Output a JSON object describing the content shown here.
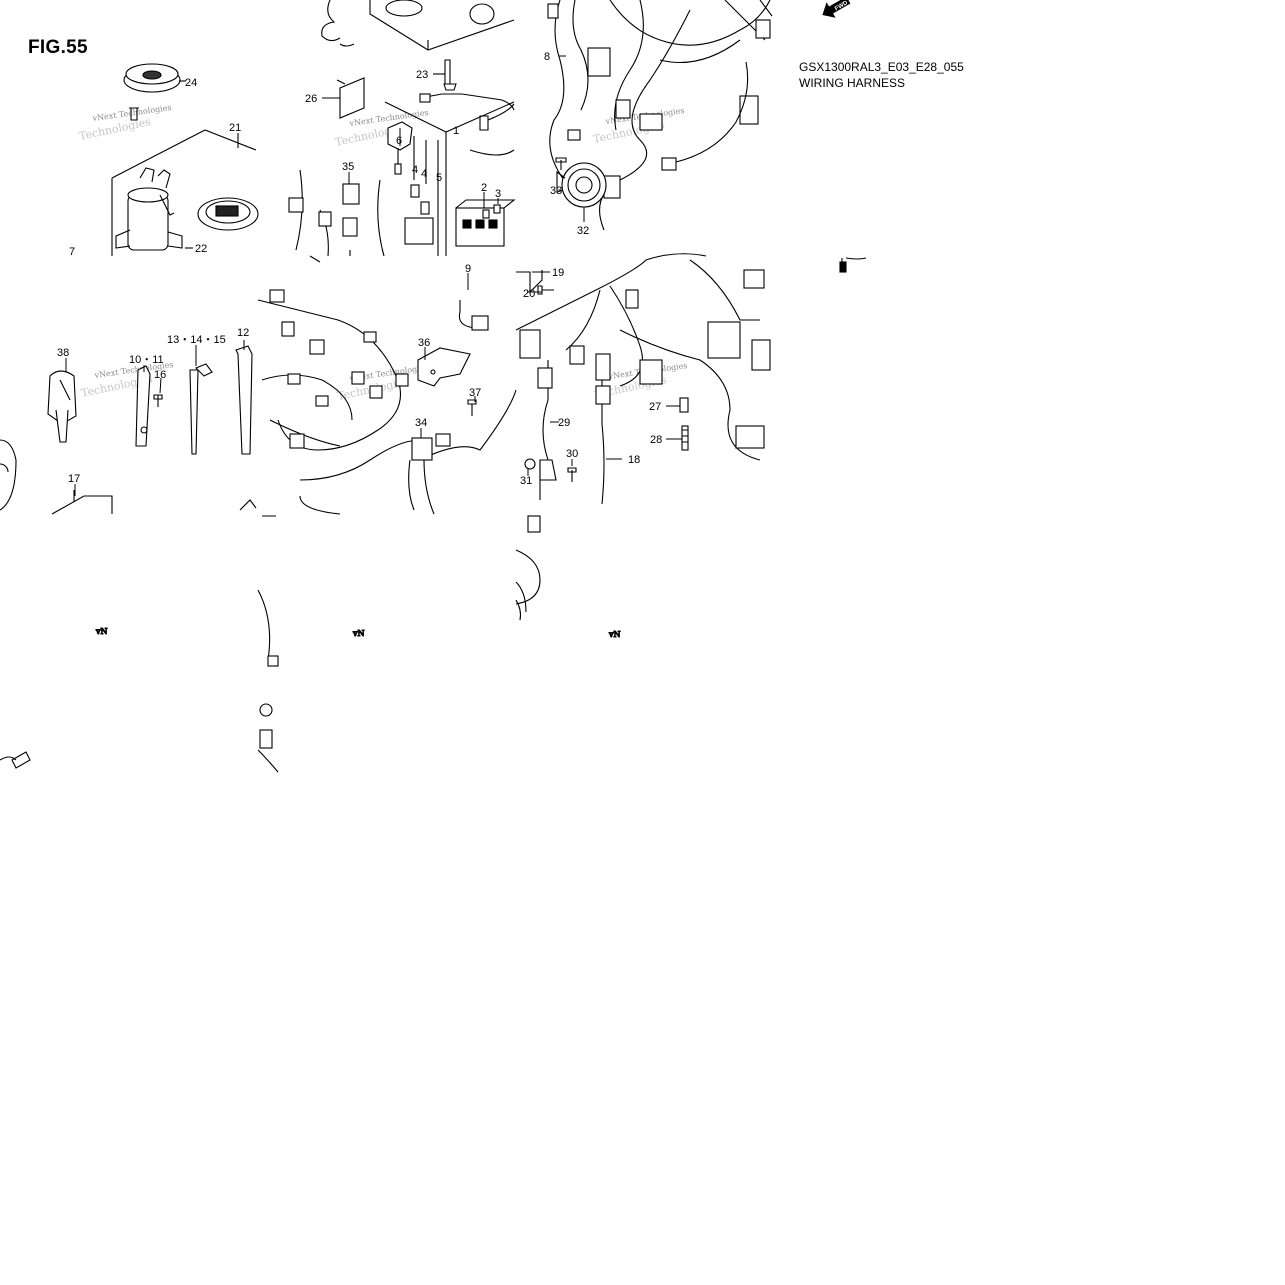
{
  "figure": {
    "title": "FIG.55",
    "code": "GSX1300RAL3_E03_E28_055",
    "section": "WIRING HARNESS",
    "direction_marker": "FWD"
  },
  "watermark": {
    "line1": "vNext Technologies",
    "line2": "Technologies"
  },
  "callouts": {
    "c1": "1",
    "c2": "2",
    "c3": "3",
    "c4a": "4",
    "c4b": "4",
    "c5": "5",
    "c6": "6",
    "c7": "7",
    "c8": "8",
    "c9": "9",
    "c10_11": "10・11",
    "c12": "12",
    "c13_14_15": "13・14・15",
    "c16": "16",
    "c17": "17",
    "c18": "18",
    "c19": "19",
    "c20": "20",
    "c21": "21",
    "c22": "22",
    "c23": "23",
    "c24": "24",
    "c26": "26",
    "c27": "27",
    "c28": "28",
    "c29": "29",
    "c30": "30",
    "c31": "31",
    "c32": "32",
    "c33": "33",
    "c34": "34",
    "c35": "35",
    "c36": "36",
    "c37": "37",
    "c38": "38"
  }
}
